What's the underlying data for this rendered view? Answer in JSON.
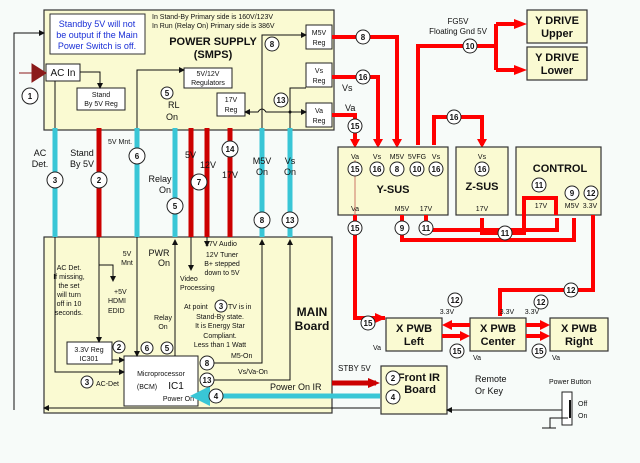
{
  "notes": {
    "standby": [
      "Standby 5V will not",
      "be output if the Main",
      "Power Switch is off."
    ],
    "primary": [
      "In Stand-By Primary side is 160V/123V",
      "In Run (Relay On) Primary side is 386V"
    ],
    "stand_by_state": [
      "At point",
      "TV is in",
      "Stand-By state.",
      "It is Energy Star",
      "Compliant.",
      "Less than 1 Watt"
    ],
    "ac_det_note": [
      "AC Det.",
      "If missing,",
      "the set",
      "will turn",
      "off in 10",
      "seconds."
    ],
    "tuner": [
      "12V Tuner",
      "B+ stepped",
      "down to 5V"
    ],
    "hdmi": [
      "+5V",
      "HDMI",
      "EDID"
    ],
    "video": [
      "Video",
      "Processing"
    ],
    "floating": [
      "FG5V",
      "Floating Gnd 5V"
    ],
    "remote": [
      "Remote",
      "Or Key"
    ]
  },
  "blocks": {
    "power_supply": [
      "POWER SUPPLY",
      "(SMPS)"
    ],
    "ac_in": "AC In",
    "standby_reg": [
      "Stand",
      "By 5V Reg"
    ],
    "reg_5v12v": [
      "5V/12V",
      "Regulators"
    ],
    "reg_17v": [
      "17V",
      "Reg"
    ],
    "reg_m5v": [
      "M5V",
      "Reg"
    ],
    "reg_vs": [
      "Vs",
      "Reg"
    ],
    "reg_va": [
      "Va",
      "Reg"
    ],
    "y_drive_upper": [
      "Y DRIVE",
      "Upper"
    ],
    "y_drive_lower": [
      "Y DRIVE",
      "Lower"
    ],
    "y_sus": "Y-SUS",
    "z_sus": "Z-SUS",
    "control": "CONTROL",
    "main_board": [
      "MAIN",
      "Board"
    ],
    "reg_33v": [
      "3.3V Reg",
      "IC301"
    ],
    "micro": [
      "Microprocessor",
      "(BCM)",
      "IC1",
      "Power On"
    ],
    "x_left": [
      "X PWB",
      "Left"
    ],
    "x_center": [
      "X PWB",
      "Center"
    ],
    "x_right": [
      "X PWB",
      "Right"
    ],
    "front_ir": [
      "Front IR",
      "Board"
    ],
    "power_button": [
      "Power Button",
      "Off",
      "On"
    ]
  },
  "labels": {
    "ac_det": [
      "AC",
      "Det."
    ],
    "standby5v": [
      "Stand",
      "By 5V"
    ],
    "mnt5v": "5V Mnt.",
    "relay_on": [
      "Relay",
      "On"
    ],
    "rl_on": [
      "RL",
      "On"
    ],
    "v5": "5V",
    "v12": "12V",
    "v17": "17V",
    "m5v_on": [
      "M5V",
      "On"
    ],
    "vs_on": [
      "Vs",
      "On"
    ],
    "audio17": "17V Audio",
    "mnt5v_main": [
      "5V",
      "Mnt"
    ],
    "pwr_on": [
      "PWR",
      "On"
    ],
    "relay_on_main": [
      "Relay",
      "On"
    ],
    "ac_det_mp": "AC-Det",
    "m5_on": "M5-On",
    "vsva_on": "Vs/Va-On",
    "power_on_ir": "Power On IR",
    "stby5v": "STBY 5V",
    "vs": "Vs",
    "va": "Va",
    "ysus_top": [
      "Va",
      "Vs",
      "M5V",
      "5VFG",
      "Vs"
    ],
    "ysus_bot": [
      "Va",
      "M5V",
      "17V"
    ],
    "zsus_top": "Vs",
    "zsus_bot": "17V",
    "ctrl": [
      "17V",
      "M5V",
      "3.3V"
    ],
    "v33": "3.3V"
  },
  "circles": {
    "c1": "1",
    "c2": "2",
    "c3": "3",
    "c4": "4",
    "c5": "5",
    "c6": "6",
    "c7": "7",
    "c8": "8",
    "c9": "9",
    "c10": "10",
    "c11": "11",
    "c12": "12",
    "c13": "13",
    "c14": "14",
    "c15": "15",
    "c16": "16"
  },
  "colors": {
    "power_line": "#ff0000",
    "dark_arrow": "#8b1a1a",
    "signal_line": "#39c6d6",
    "block_fill": "#fafad2"
  }
}
